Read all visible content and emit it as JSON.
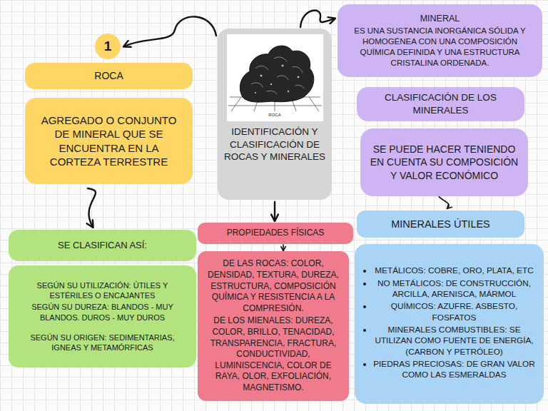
{
  "diagram": {
    "nodes": [
      {
        "text": [
          "1"
        ]
      },
      {
        "text": [
          "ROCA"
        ]
      },
      {
        "text": [
          "AGREGADO O CONJUNTO DE MINERAL QUE SE ENCUENTRA EN LA CORTEZA TERRESTRE"
        ]
      },
      {
        "text": [
          "IDENTIFICACIÓN Y CLASIFICACIÓN DE ROCAS Y MINERALES"
        ]
      },
      {
        "text": [
          "MINERAL",
          "ES UNA SUSTANCIA INORGÁNICA SÓLIDA Y HOMOGÉNEA CON UNA COMPOSICIÓN QUÍMICA DEFINIDA Y UNA ESTRUCTURA CRISTALINA ORDENADA."
        ]
      },
      {
        "text": [
          "CLASIFICACIÓN DE LOS MINERALES"
        ]
      },
      {
        "text": [
          "SE PUEDE HACER TENIENDO EN CUENTA SU COMPOSICIÓN Y VALOR ECONÓMICO"
        ]
      },
      {
        "text": [
          "SE CLASIFICAN ASÍ:"
        ]
      },
      {
        "text": [
          "SEGÚN SU UTILIZACIÓN: ÚTILES Y ESTÉRILES O ENCAJANTES",
          "SEGÚN SU DUREZA: BLANDOS - MUY BLANDOS. DUROS - MUY DUROS",
          "SEGÚN SU ORIGEN: SEDIMENTARIAS, IGNEAS Y METAMÓRFICAS"
        ]
      },
      {
        "text": [
          "PROPIEDADES FÍSICAS"
        ]
      },
      {
        "text": [
          "DE LAS ROCAS: COLOR, DENSIDAD, TEXTURA, DUREZA, ESTRUCTURA, COMPOSICIÓN QUÍMICA Y RESISTENCIA A LA COMPRESIÓN.",
          "DE LOS MIENALES: DUREZA, COLOR, BRILLO, TENACIDAD, TRANSPARENCIA, FRACTURA, CONDUCTIVIDAD, LUMINISCENCIA, COLOR DE RAYA, OLOR, EXFOLIACIÓN, MAGNETISMO."
        ]
      },
      {
        "text": [
          "MINERALES ÚTILES"
        ]
      },
      {
        "text": [
          "METÁLICOS: COBRE, ORO, PLATA, ETC",
          "NO METÁLICOS: DE CONSTRUCCIÓN, ARCILLA, ARENISCA, MÁRMOL",
          "QUÍMICOS: AZUFRE. ASBESTO, FOSFATOS",
          "MINERALES COMBUSTIBLES: SE UTILIZAN COMO FUENTE DE ENERGÍA, (CARBON Y PETRÓLEO)",
          "PIEDRAS PRECIOSAS: DE GRAN VALOR COMO LAS ESMERALDAS"
        ]
      }
    ],
    "edges": [
      {
        "from": 3,
        "to": 0,
        "arrow": "to"
      },
      {
        "from": 3,
        "to": 4,
        "arrow": "to"
      },
      {
        "from": 2,
        "to": 7,
        "arrow": "to"
      },
      {
        "from": 3,
        "to": 9,
        "arrow": "to"
      },
      {
        "from": 9,
        "to": 10,
        "arrow": "to"
      },
      {
        "from": 6,
        "to": 11,
        "arrow": "to"
      }
    ],
    "labels": [
      "ROCA"
    ]
  }
}
